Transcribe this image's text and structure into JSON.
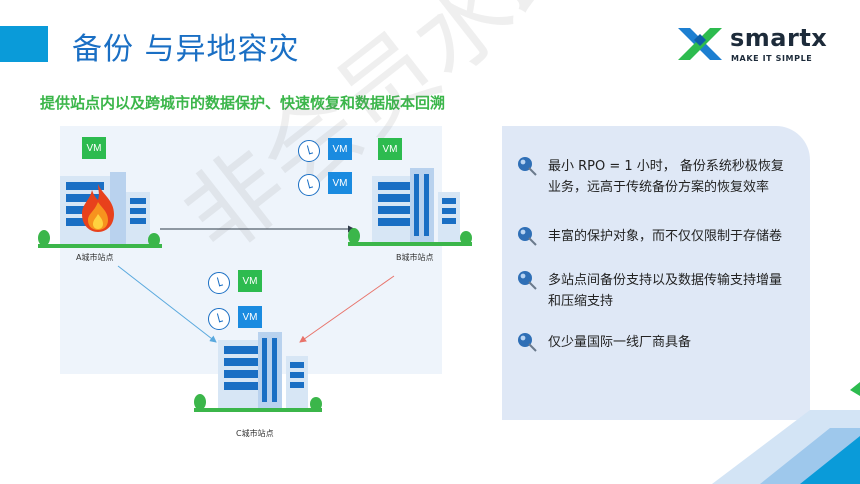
{
  "header": {
    "title": "备份 与异地容灾",
    "subtitle": "提供站点内以及跨城市的数据保护、快速恢复和数据版本回溯"
  },
  "logo": {
    "name": "smartx",
    "tagline": "MAKE IT SIMPLE",
    "icon": "smartx-x-icon"
  },
  "diagram": {
    "vm_label": "VM",
    "sites": {
      "a": "A城市站点",
      "b": "B城市站点",
      "c": "C城市站点"
    }
  },
  "bullets": [
    "最小 RPO = 1 小时， 备份系统秒极恢复业务，远高于传统备份方案的恢复效率",
    "丰富的保护对象，而不仅仅限制于存储卷",
    "多站点间备份支持以及数据传输支持增量和压缩支持",
    "仅少量国际一线厂商具备"
  ],
  "watermark": "非会员水印",
  "colors": {
    "title_blue": "#1a6fc4",
    "accent_blue": "#0a9bd9",
    "subtitle_green": "#3bb64a",
    "vm_green": "#2dbb4f",
    "vm_blue": "#1a8be0",
    "panel_bg": "#dfe8f6"
  }
}
